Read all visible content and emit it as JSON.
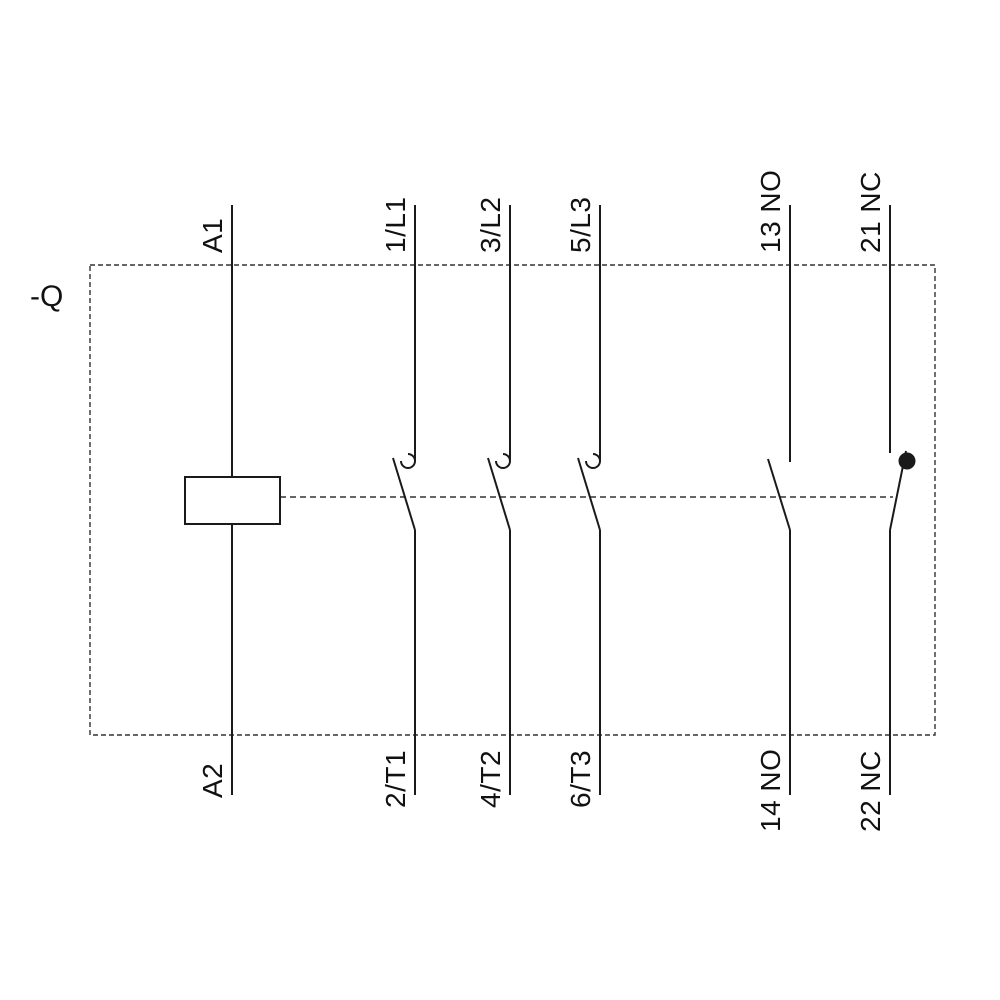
{
  "diagram": {
    "device_label": "-Q",
    "terminals": {
      "a1": "A1",
      "a2": "A2",
      "l1": "1/L1",
      "t1": "2/T1",
      "l2": "3/L2",
      "t2": "4/T2",
      "l3": "5/L3",
      "t3": "6/T3",
      "no_top": "13 NO",
      "no_bottom": "14 NO",
      "nc_top": "21 NC",
      "nc_bottom": "22 NC"
    },
    "colors": {
      "line": "#1a1a1a",
      "dashed": "#333333",
      "background": "#ffffff"
    }
  }
}
